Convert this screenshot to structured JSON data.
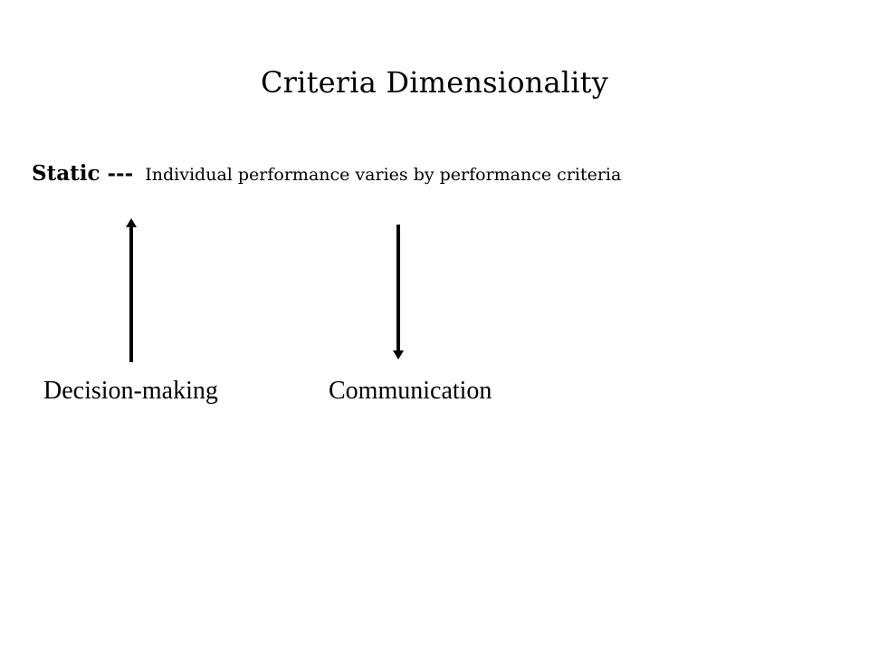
{
  "title": "Criteria Dimensionality",
  "static": {
    "label": "Static ---",
    "description": "Individual performance varies by performance criteria"
  },
  "nodes": [
    {
      "label": "Decision-making",
      "arrow": "up"
    },
    {
      "label": "Communication",
      "arrow": "down"
    }
  ]
}
